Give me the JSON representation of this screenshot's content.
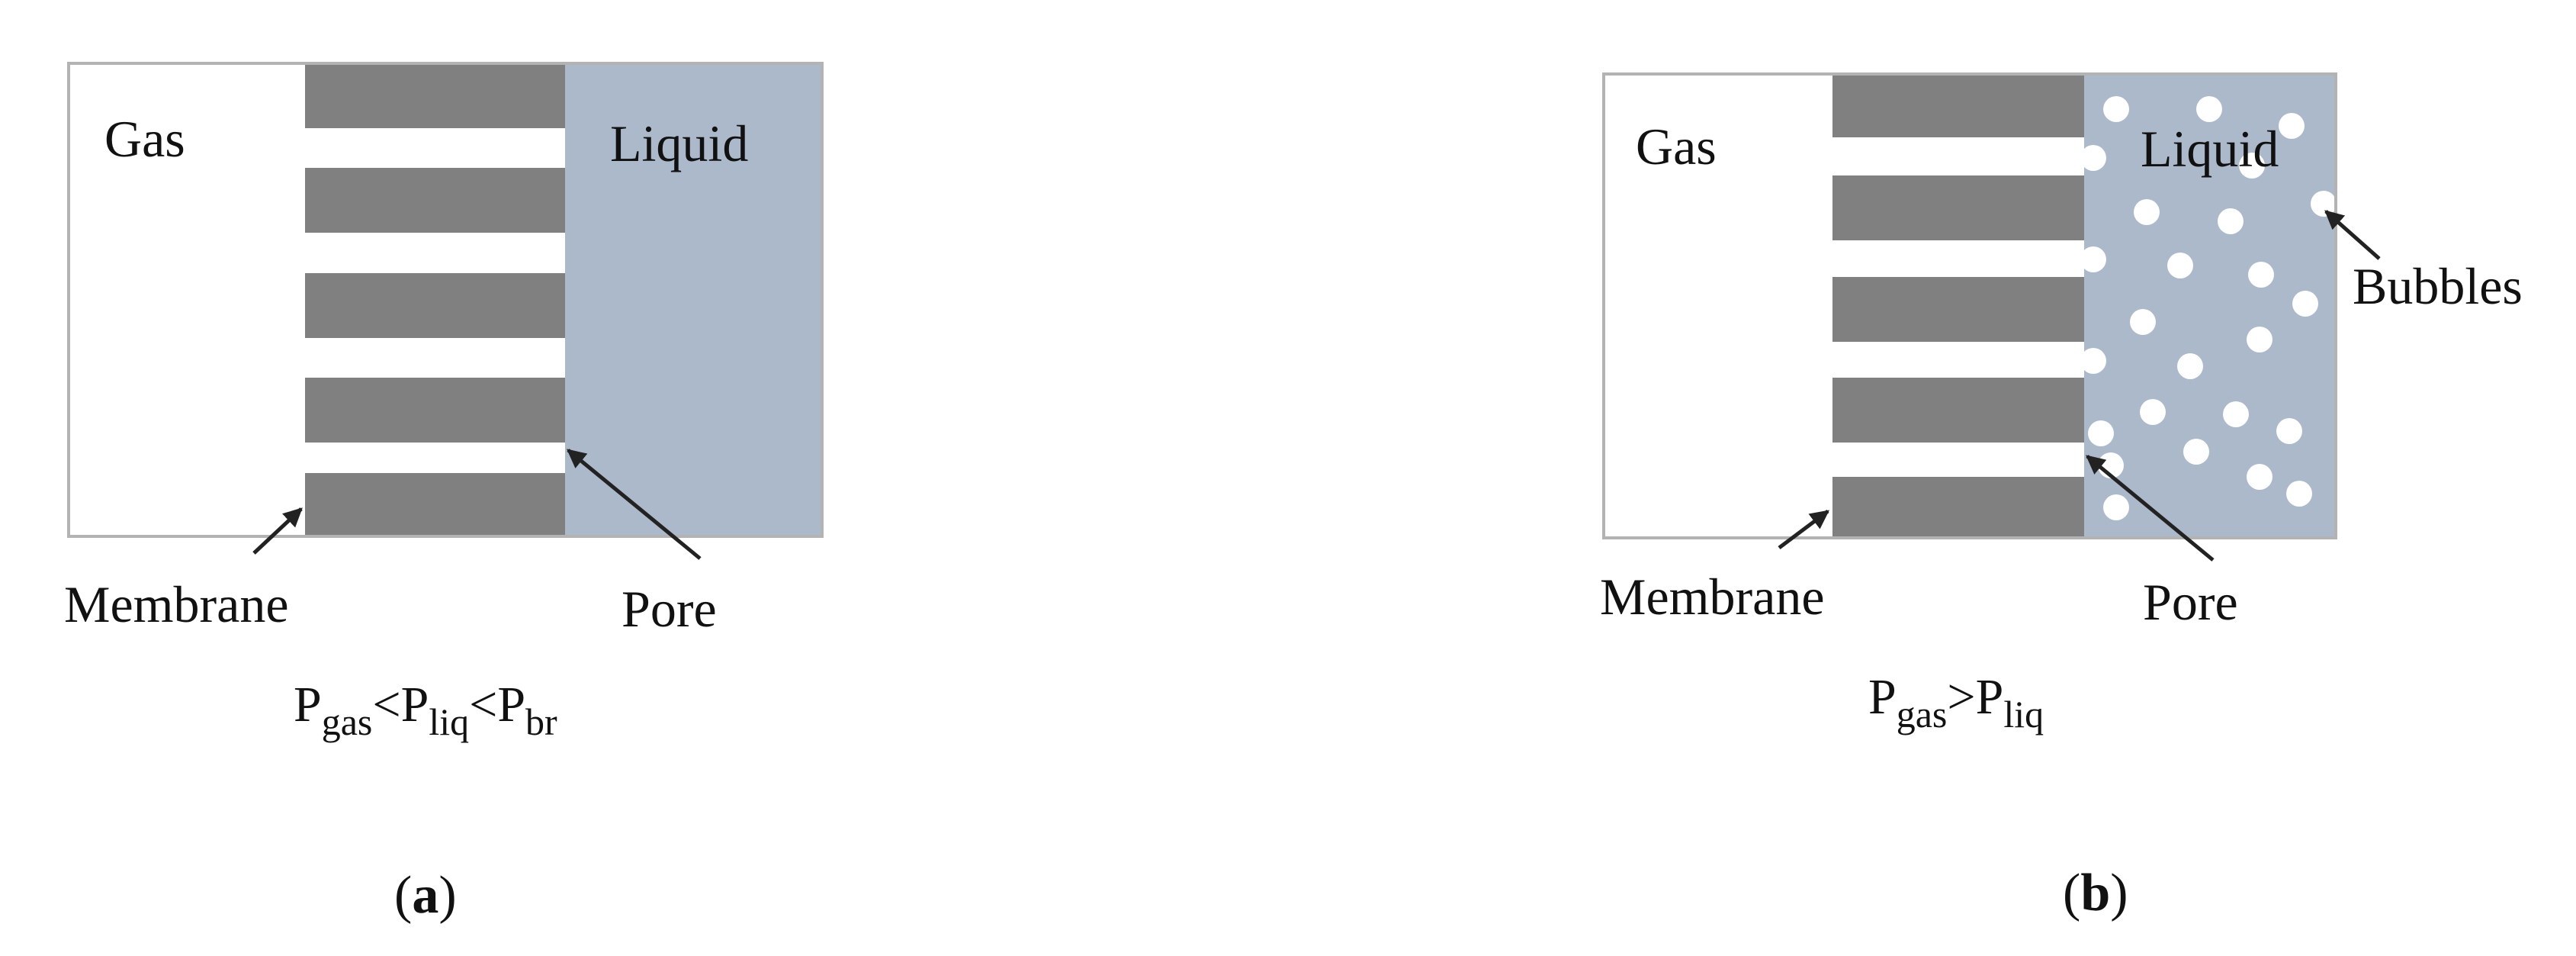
{
  "panel_a": {
    "gas_label": "Gas",
    "liquid_label": "Liquid",
    "membrane_label": "Membrane",
    "pore_label": "Pore",
    "condition": [
      {
        "text": "P"
      },
      {
        "text": "gas",
        "sub": true
      },
      {
        "text": "<P"
      },
      {
        "text": "liq",
        "sub": true
      },
      {
        "text": "<P"
      },
      {
        "text": "br",
        "sub": true
      }
    ],
    "caption": {
      "open": "(",
      "letter": "a",
      "close": ")"
    }
  },
  "panel_b": {
    "gas_label": "Gas",
    "liquid_label": "Liquid",
    "membrane_label": "Membrane",
    "pore_label": "Pore",
    "bubbles_label": "Bubbles",
    "condition": [
      {
        "text": "P"
      },
      {
        "text": "gas",
        "sub": true
      },
      {
        "text": ">P"
      },
      {
        "text": "liq",
        "sub": true
      }
    ],
    "caption": {
      "open": "(",
      "letter": "b",
      "close": ")"
    }
  },
  "colors": {
    "membrane": "#808080",
    "liquid": "#abb9cb",
    "border": "#b3b3b3",
    "bubble": "#ffffff",
    "arrow": "#222222"
  }
}
